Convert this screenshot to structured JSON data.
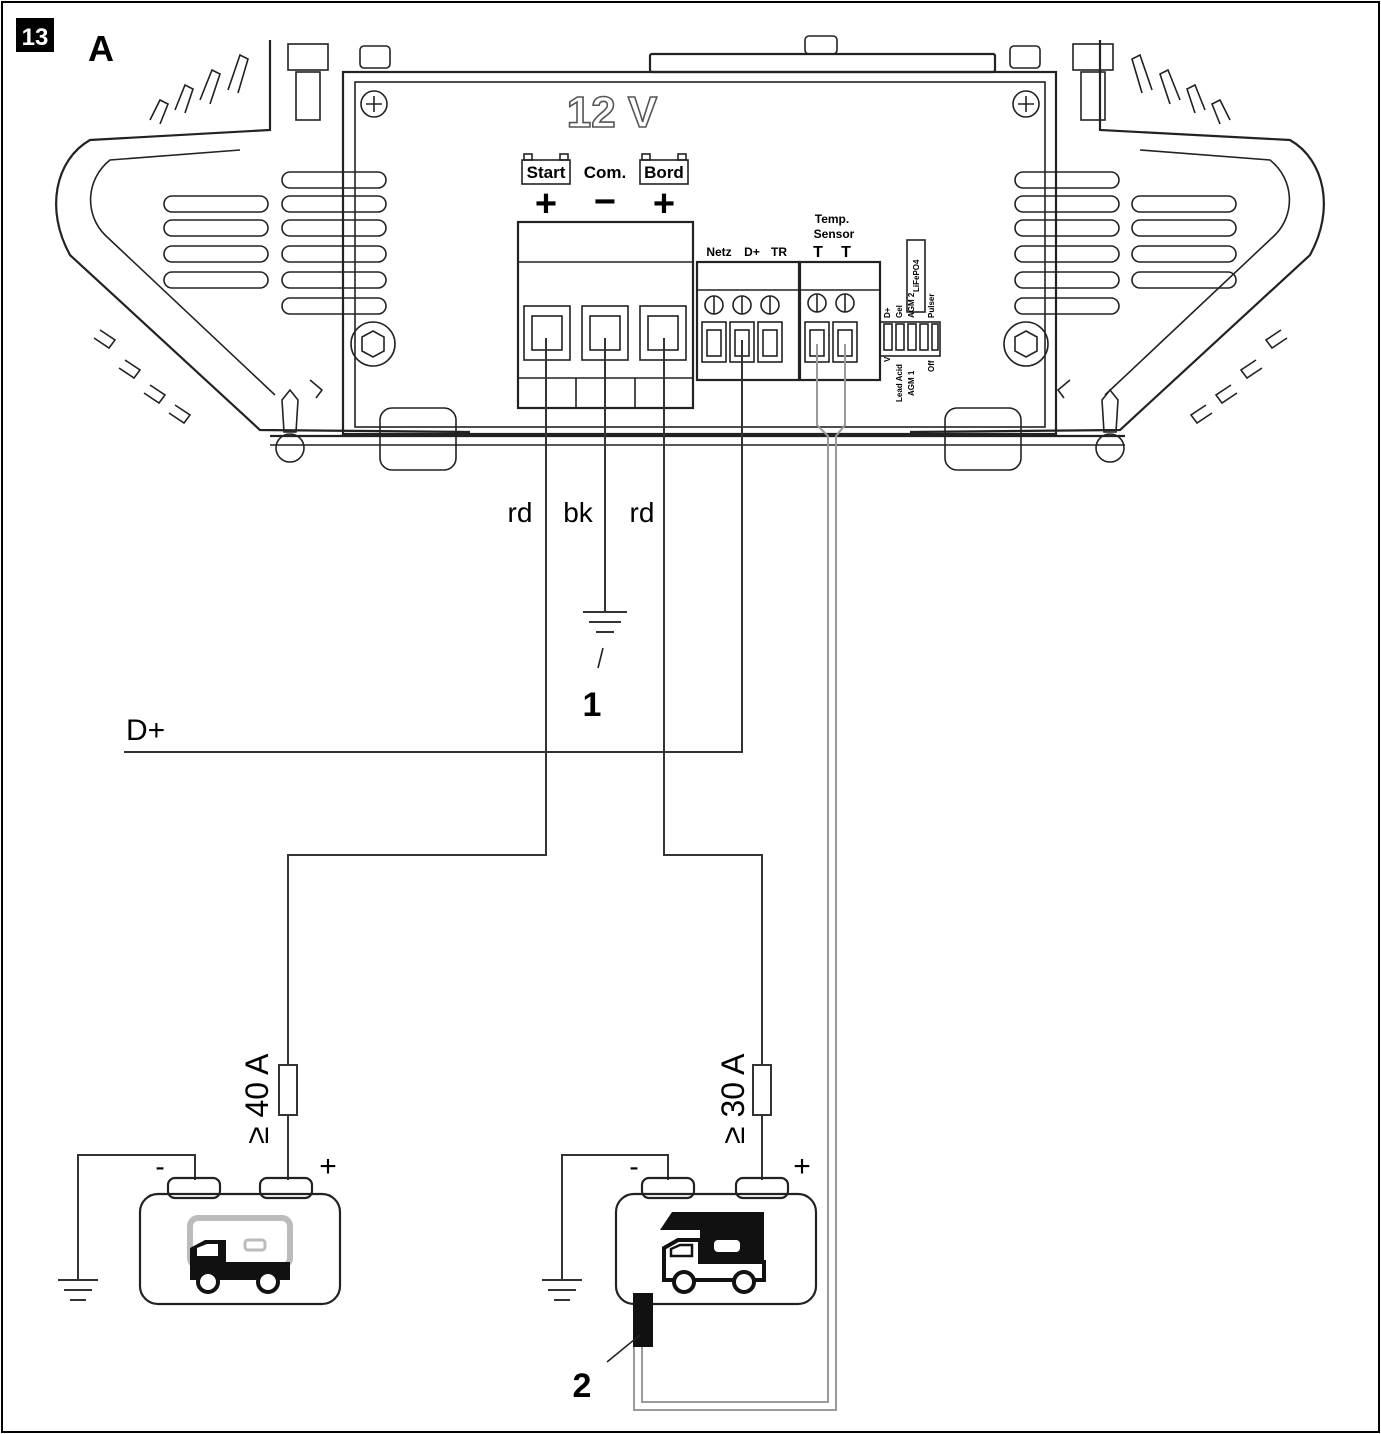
{
  "figure": {
    "number": "13",
    "panel": "A"
  },
  "device": {
    "voltage": "12 V",
    "terminals": {
      "start": "Start",
      "com": "Com.",
      "bord": "Bord",
      "plus": "+",
      "minus": "−"
    },
    "signal_terminals": [
      "Netz",
      "D+",
      "TR"
    ],
    "temp_sensor": {
      "title_line1": "Temp.",
      "title_line2": "Sensor",
      "t": "T"
    },
    "dip_top": [
      "D+",
      "Gel",
      "AGM 2",
      "Pulser"
    ],
    "dip_top_extra": "LiFePO4",
    "dip_bottom": [
      "V",
      "Lead Acid",
      "AGM 1",
      "Off"
    ]
  },
  "wires": {
    "rd_left": "rd",
    "bk": "bk",
    "rd_right": "rd",
    "d_plus": "D+"
  },
  "callouts": {
    "ground": "1",
    "sensor": "2"
  },
  "fuses": {
    "start": "≥ 40 A",
    "board": "≥ 30 A"
  },
  "batteries": {
    "minus": "-",
    "plus": "+"
  },
  "colors": {
    "line": "#222222",
    "sensor_wire": "#9a9a9a",
    "background": "#ffffff"
  }
}
